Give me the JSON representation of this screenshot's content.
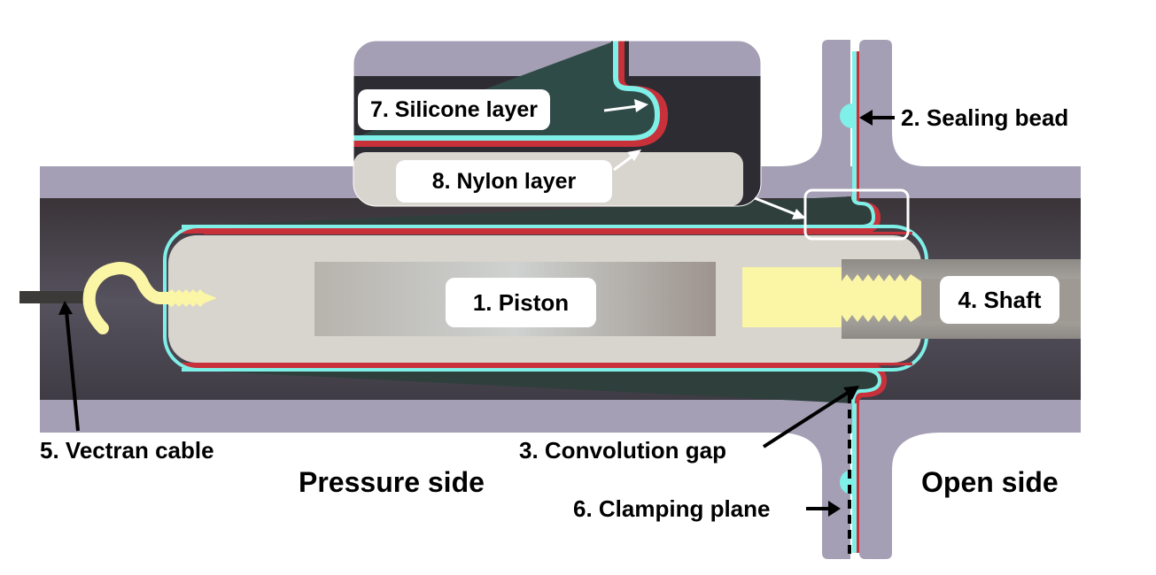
{
  "diagram": {
    "title": "Rolling diaphragm piston cross-section",
    "colors": {
      "housing": "#a49fb5",
      "bore_dark": "#4d4954",
      "piston": "#d8d4ce",
      "silicone": "#7ff0e8",
      "nylon": "#c9313a",
      "brass": "#fbf5a6",
      "cable": "#3b3a38",
      "shaft": "#bfbcb6"
    },
    "labels": {
      "piston": "1. Piston",
      "sealing_bead": "2. Sealing bead",
      "convolution_gap": "3. Convolution gap",
      "shaft": "4. Shaft",
      "vectran_cable": "5. Vectran cable",
      "clamping_plane": "6. Clamping plane",
      "silicone_layer": "7. Silicone layer",
      "nylon_layer": "8. Nylon layer"
    },
    "regions": {
      "pressure_side": "Pressure side",
      "open_side": "Open side"
    }
  }
}
